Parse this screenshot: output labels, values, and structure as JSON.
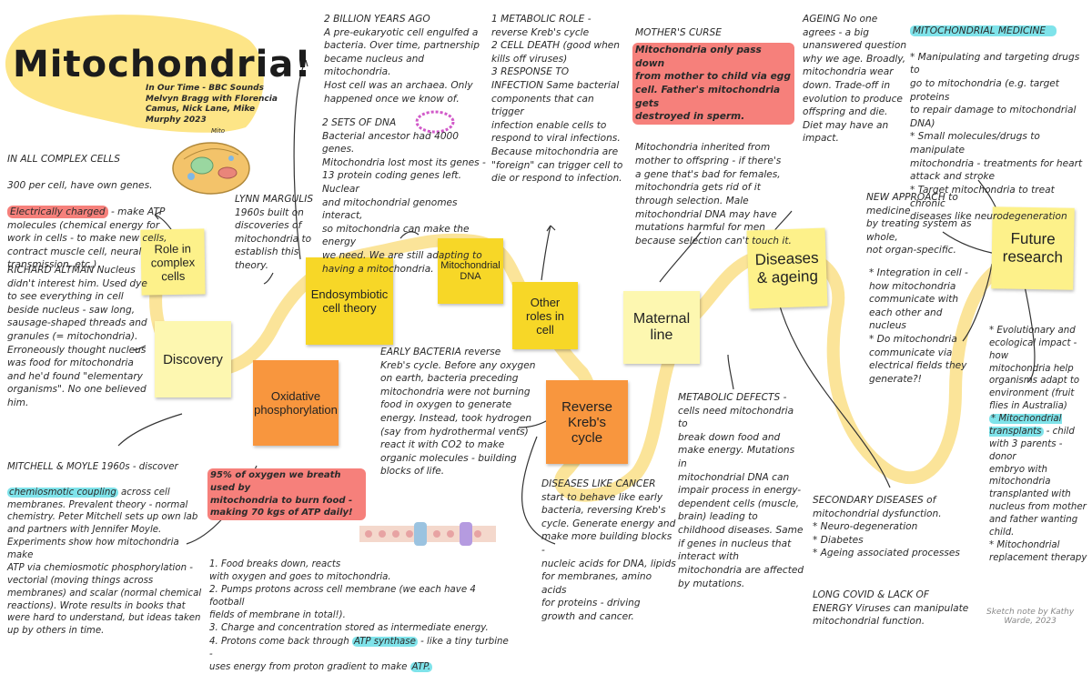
{
  "title": "Mitochondria!",
  "credit": "In Our Time - BBC Sounds\nMelvyn Bragg with Florencia\nCamus, Nick Lane, Mike\nMurphy 2023",
  "sticky_notes": {
    "role": "Role in\ncomplex\ncells",
    "discovery": "Discovery",
    "endosymbiotic": "Endosymbiotic\ncell theory",
    "oxidative": "Oxidative\nphosphorylation",
    "mito_dna": "Mitochondrial\nDNA",
    "other_roles": "Other\nroles in\ncell",
    "reverse_krebs": "Reverse\nKreb's\ncycle",
    "maternal": "Maternal\nline",
    "diseases": "Diseases\n& ageing",
    "future": "Future\nresearch"
  },
  "notes": {
    "complex_cells_head": "IN ALL COMPLEX CELLS",
    "complex_cells_1": "300 per cell, have own genes.",
    "complex_cells_hl": "Electrically charged",
    "complex_cells_2": " - make ATP\nmolecules (chemical energy for\nwork in cells - to make new cells,\ncontract muscle cell, neural\ntransmission, etc.)",
    "altman": "RICHARD ALTMAN Nucleus\ndidn't interest him. Used dye\nto see everything in cell\nbeside nucleus - saw long,\nsausage-shaped threads and\ngranules (= mitochondria).\nErroneously thought nucleus\nwas food for mitochondria\nand he'd found \"elementary\norganisms\". No one believed\nhim.",
    "mitchell_1": "MITCHELL & MOYLE 1960s - discover",
    "mitchell_hl": "chemiosmotic coupling",
    "mitchell_2": " across cell\nmembranes. Prevalent theory - normal\nchemistry. Peter Mitchell sets up own lab\nand partners with Jennifer Moyle.\nExperiments show how mitochondria make\nATP via chemiosmotic phosphorylation -\nvectorial (moving things across\nmembranes) and scalar (normal chemical\nreactions). Wrote results in books that\nwere hard to understand, but ideas taken\nup by others in time.",
    "margulis": "LYNN MARGULIS\n1960s built on\ndiscoveries of\nmitochondria to\nestablish this\ntheory.",
    "two_billion": "2 BILLION YEARS AGO\nA pre-eukaryotic cell engulfed a\nbacteria. Over time, partnership\nbecame nucleus and mitochondria.\nHost cell was an archaea. Only\nhappened once we know of.",
    "two_sets": "2 SETS OF DNA\nBacterial ancestor had 4000 genes.\nMitochondria lost most its genes -\n13 protein coding genes left. Nuclear\nand mitochondrial genomes interact,\nso mitochondria can make the energy\nwe need. We are still adapting to\nhaving a mitochondria.",
    "roles": "1 METABOLIC ROLE -\nreverse Kreb's cycle\n2 CELL DEATH (good when\nkills off viruses)\n3 RESPONSE TO\nINFECTION Same bacterial\ncomponents that can trigger\ninfection enable cells to\nrespond to viral infections.\nBecause mitochondria are\n\"foreign\" can trigger cell to\ndie or respond to infection.",
    "curse_head": "MOTHER'S CURSE",
    "curse_hl": "Mitochondria only pass down\nfrom mother to child via egg\ncell. Father's mitochondria gets\ndestroyed in sperm.",
    "curse_body": "Mitochondria inherited from\nmother to offspring - if there's\na gene that's bad for females,\nmitochondria gets rid of it\nthrough selection. Male\nmitochondrial DNA may have\nmutations harmful for men\nbecause selection can't touch it.",
    "ageing": "AGEING No one\nagrees - a big\nunanswered question\nwhy we age. Broadly,\nmitochondria wear\ndown. Trade-off in\nevolution to produce\noffspring and die.\nDiet may have an\nimpact.",
    "medicine_head": "MITOCHONDRIAL MEDICINE",
    "medicine_body": "* Manipulating and targeting drugs to\ngo to mitochondria (e.g. target proteins\nto repair damage to mitochondrial\nDNA)\n* Small molecules/drugs to manipulate\nmitochondria - treatments for heart\nattack and stroke\n* Target mitochondria to treat chronic\ndiseases like neurodegeneration",
    "new_approach": "NEW APPROACH to medicine\nby treating system as whole,\nnot organ-specific.",
    "integration": "* Integration in cell -\nhow mitochondria\ncommunicate with\neach other and\nnucleus\n* Do mitochondria\ncommunicate via\nelectrical fields they\ngenerate?!",
    "evolutionary_1": "* Evolutionary and\necological impact - how\nmitochondria help\norganisms adapt to\nenvironment (fruit\nflies in Australia)\n",
    "evolutionary_hl": "* Mitochondrial\ntransplants",
    "evolutionary_2": " - child\nwith 3 parents - donor\nembryo with\nmitochondria\ntransplanted with\nnucleus from mother\nand father wanting\nchild.\n* Mitochondrial\nreplacement therapy",
    "early_bacteria": "EARLY BACTERIA reverse\nKreb's cycle. Before any oxygen\non earth, bacteria preceding\nmitochondria were not burning\nfood in oxygen to generate\nenergy. Instead, took hydrogen\n(say from hydrothermal vents)\nreact it with CO2 to make\norganic molecules - building\nblocks of life.",
    "oxygen_hl": "95% of oxygen we breath used by\nmitochondria to burn food -\nmaking 70 kgs of ATP daily!",
    "steps_1": "1. Food breaks down, reacts\nwith oxygen and goes to mitochondria.\n2. Pumps protons across cell membrane (we each have 4 football\nfields of membrane in total!).\n3. Charge and concentration stored as intermediate energy.\n4. Protons come back through ",
    "steps_hl1": "ATP synthase",
    "steps_2": " - like a tiny turbine -\nuses energy from proton gradient to make ",
    "steps_hl2": "ATP.",
    "cancer": "DISEASES LIKE CANCER\nstart to behave like early\nbacteria, reversing Kreb's\ncycle. Generate energy and\nmake more building blocks -\nnucleic acids for DNA, lipids\nfor membranes, amino acids\nfor proteins - driving\ngrowth and cancer.",
    "metabolic": "METABOLIC DEFECTS -\ncells need mitochondria to\nbreak down food and\nmake energy. Mutations in\nmitochondrial DNA can\nimpair process in energy-\ndependent cells (muscle,\nbrain) leading to\nchildhood diseases. Same\nif genes in nucleus that\ninteract with\nmitochondria are affected\nby mutations.",
    "secondary": "SECONDARY DISEASES of\nmitochondrial dysfunction.\n* Neuro-degeneration\n* Diabetes\n* Ageing associated processes",
    "long_covid": "LONG COVID & LACK OF\nENERGY Viruses can manipulate\nmitochondrial function.",
    "mito_label": "Mito"
  },
  "signature": "Sketch note by Kathy\nWarde, 2023",
  "colors": {
    "path": "#fbe393",
    "sticky_yellow": "#fdf18a",
    "sticky_gold": "#f7d727",
    "sticky_orange": "#f8963e",
    "sticky_light": "#fdf7b0",
    "highlight_red": "#f6807b",
    "highlight_cyan": "#7fe3ea"
  }
}
